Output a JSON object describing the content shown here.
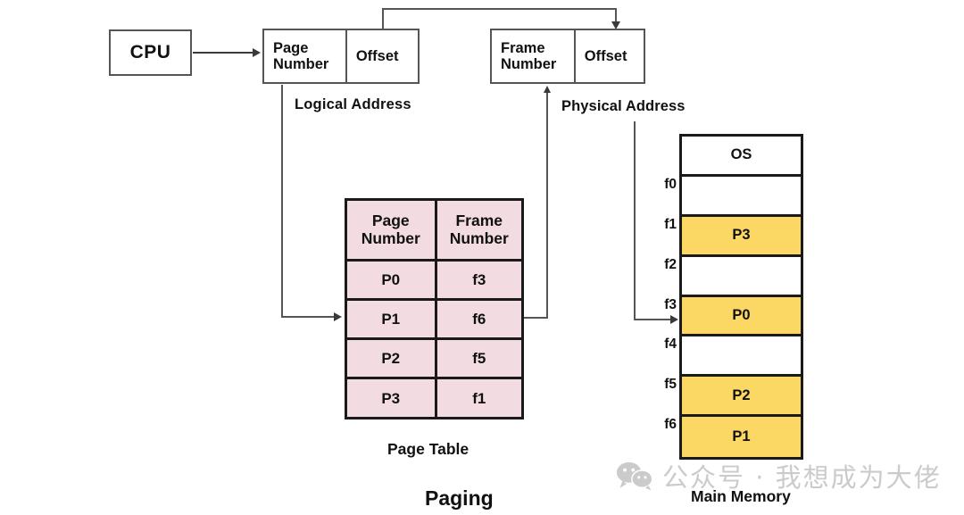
{
  "title": "Paging",
  "colors": {
    "page_table_fill": "#F2DCE2",
    "memory_filled_fill": "#FBD863",
    "memory_empty_fill": "#FFFFFF",
    "border": "#1A1A1A",
    "line": "#555555",
    "watermark": "#C9C9C9"
  },
  "cpu": {
    "label": "CPU"
  },
  "logical_address": {
    "caption": "Logical  Address",
    "page_number_label": "Page\nNumber",
    "page_number_line1": "Page",
    "page_number_line2": "Number",
    "offset_label": "Offset"
  },
  "physical_address": {
    "caption": "Physical Address",
    "frame_number_line1": "Frame",
    "frame_number_line2": "Number",
    "offset_label": "Offset"
  },
  "page_table": {
    "caption": "Page Table",
    "headers": {
      "page_number_line1": "Page",
      "page_number_line2": "Number",
      "frame_number_line1": "Frame",
      "frame_number_line2": "Number"
    },
    "rows": [
      {
        "page": "P0",
        "frame": "f3"
      },
      {
        "page": "P1",
        "frame": "f6"
      },
      {
        "page": "P2",
        "frame": "f5"
      },
      {
        "page": "P3",
        "frame": "f1"
      }
    ]
  },
  "main_memory": {
    "caption": "Main Memory",
    "rows": [
      {
        "label": "",
        "content": "OS",
        "filled": false
      },
      {
        "label": "f0",
        "content": "",
        "filled": false
      },
      {
        "label": "f1",
        "content": "P3",
        "filled": true
      },
      {
        "label": "f2",
        "content": "",
        "filled": false
      },
      {
        "label": "f3",
        "content": "P0",
        "filled": true
      },
      {
        "label": "f4",
        "content": "",
        "filled": false
      },
      {
        "label": "f5",
        "content": "P2",
        "filled": true
      },
      {
        "label": "f6",
        "content": "P1",
        "filled": true
      }
    ]
  },
  "watermark": {
    "text": "公众号 · 我想成为大佬",
    "logo": "wechat-logo"
  }
}
